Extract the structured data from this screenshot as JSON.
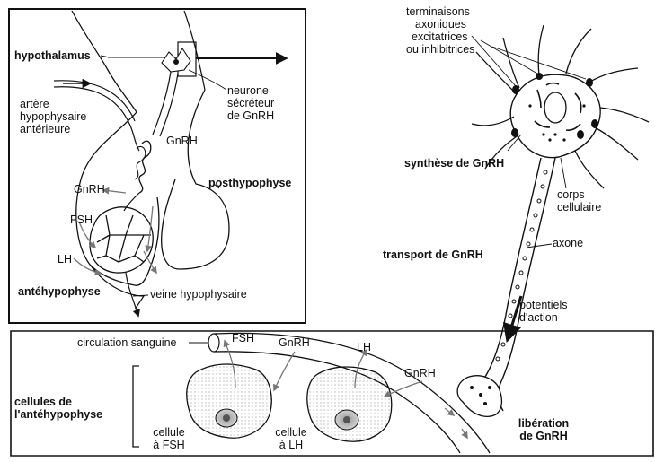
{
  "labels": {
    "hypothalamus": "hypothalamus",
    "artere": [
      "artère",
      "hypophysaire",
      "antérieure"
    ],
    "neurone": [
      "neurone",
      "sécréteur",
      "de GnRH"
    ],
    "gnrh_stalk": "GnRH",
    "gnrh_left": "GnRH",
    "posthypophyse": "posthypophyse",
    "fsh_left": "FSH",
    "lh_left": "LH",
    "antehypophyse": "antéhypophyse",
    "veine": "veine hypophysaire",
    "terminaisons": [
      "terminaisons",
      "axoniques",
      "excitatrices",
      "ou inhibitrices"
    ],
    "synthese": "synthèse de GnRH",
    "corps": [
      "corps",
      "cellulaire"
    ],
    "axone": "axone",
    "transport": "transport de GnRH",
    "potentiels": [
      "potentiels",
      "d'action"
    ],
    "circulation": "circulation sanguine",
    "fsh_vessel": "FSH",
    "gnrh_vessel1": "GnRH",
    "lh_vessel": "LH",
    "gnrh_vessel2": "GnRH",
    "cellules": [
      "cellules de",
      "l'antéhypophyse"
    ],
    "cellule_fsh": [
      "cellule",
      "à FSH"
    ],
    "cellule_lh": [
      "cellule",
      "à LH"
    ],
    "liberation": [
      "libération",
      "de GnRH"
    ]
  }
}
